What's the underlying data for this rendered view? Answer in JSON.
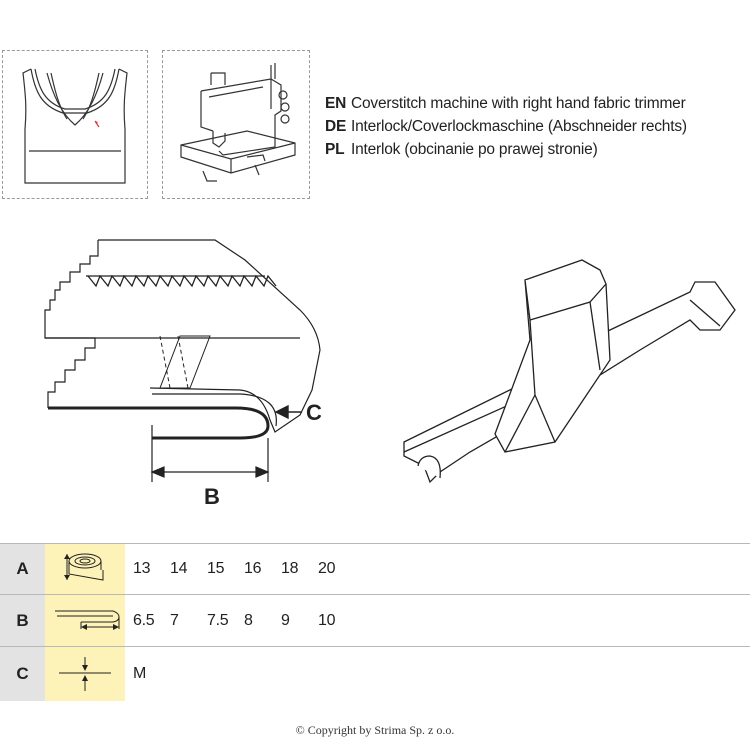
{
  "description": [
    {
      "code": "EN",
      "text": "Coverstitch machine with right hand fabric trimmer"
    },
    {
      "code": "DE",
      "text": "Interlock/Coverlockmaschine (Abschneider rechts)"
    },
    {
      "code": "PL",
      "text": "Interlok (obcinanie po prawej stronie)"
    }
  ],
  "diagram": {
    "label_b": "B",
    "label_c": "C"
  },
  "table": {
    "rows": [
      {
        "label": "A",
        "icon": "tape-width-icon",
        "values": [
          "13",
          "14",
          "15",
          "16",
          "18",
          "20"
        ]
      },
      {
        "label": "B",
        "icon": "fold-width-icon",
        "values": [
          "6.5",
          "7",
          "7.5",
          "8",
          "9",
          "10"
        ]
      },
      {
        "label": "C",
        "icon": "fabric-thickness-icon",
        "values": [
          "M"
        ]
      }
    ]
  },
  "copyright": "© Copyright by Strima Sp. z o.o."
}
